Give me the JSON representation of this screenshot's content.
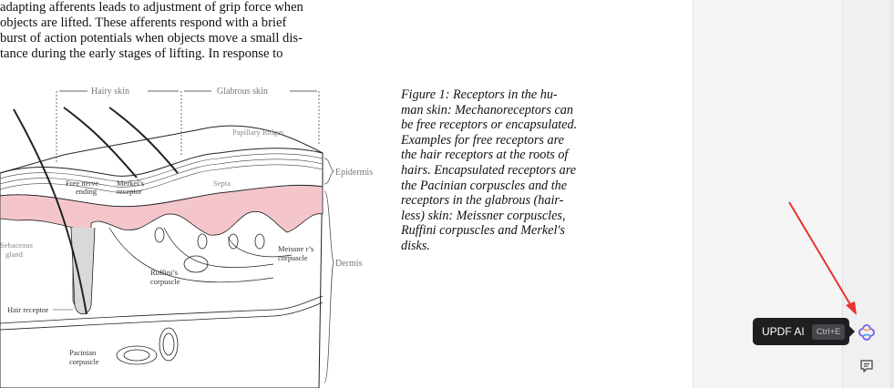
{
  "document": {
    "body_lines": [
      "adapting afferents leads to adjustment of grip force when",
      "objects are lifted. These afferents respond with a brief",
      "burst of action potentials when objects move a small dis-",
      "tance during the early stages of lifting. In response to"
    ],
    "caption_lines": [
      "Figure 1:  Receptors in the hu-",
      "man skin: Mechanoreceptors can",
      "be free receptors or encapsulated.",
      "Examples for free receptors are",
      "the hair receptors at the roots of",
      "hairs. Encapsulated receptors are",
      "the Pacinian corpuscles and the",
      "receptors in the glabrous (hair-",
      "less) skin: Meissner corpuscles,",
      "Ruffini corpuscles and Merkel's",
      "disks."
    ]
  },
  "figure": {
    "hairy_skin": "Hairy skin",
    "glabrous_skin": "Glabrous skin",
    "papillary_ridges": "Papillary Ridges",
    "septa": "Septa",
    "epidermis": "Epidermis",
    "dermis": "Dermis",
    "free_nerve_1": "Free nerve",
    "free_nerve_2": "ending",
    "merkel_1": "Merkel’s",
    "merkel_2": "receptor",
    "sebaceous_1": "Sebaceous",
    "sebaceous_2": "gland",
    "ruffini_1": "Ruffini’s",
    "ruffini_2": "corpuscle",
    "meissner_1": "Meissne r’s",
    "meissner_2": "corpuscle",
    "hair_receptor": "Hair receptor",
    "pacinian_1": "Pacinian",
    "pacinian_2": "corpuscle"
  },
  "toolbar": {
    "tooltip_label": "UPDF AI",
    "tooltip_shortcut": "Ctrl+E",
    "ai_icon": "updf-ai-icon",
    "comment_icon": "comment-icon"
  },
  "colors": {
    "annotation_arrow": "#e8322e",
    "skin_pink": "#f4c6cc",
    "tooltip_bg": "#1f1f21"
  }
}
